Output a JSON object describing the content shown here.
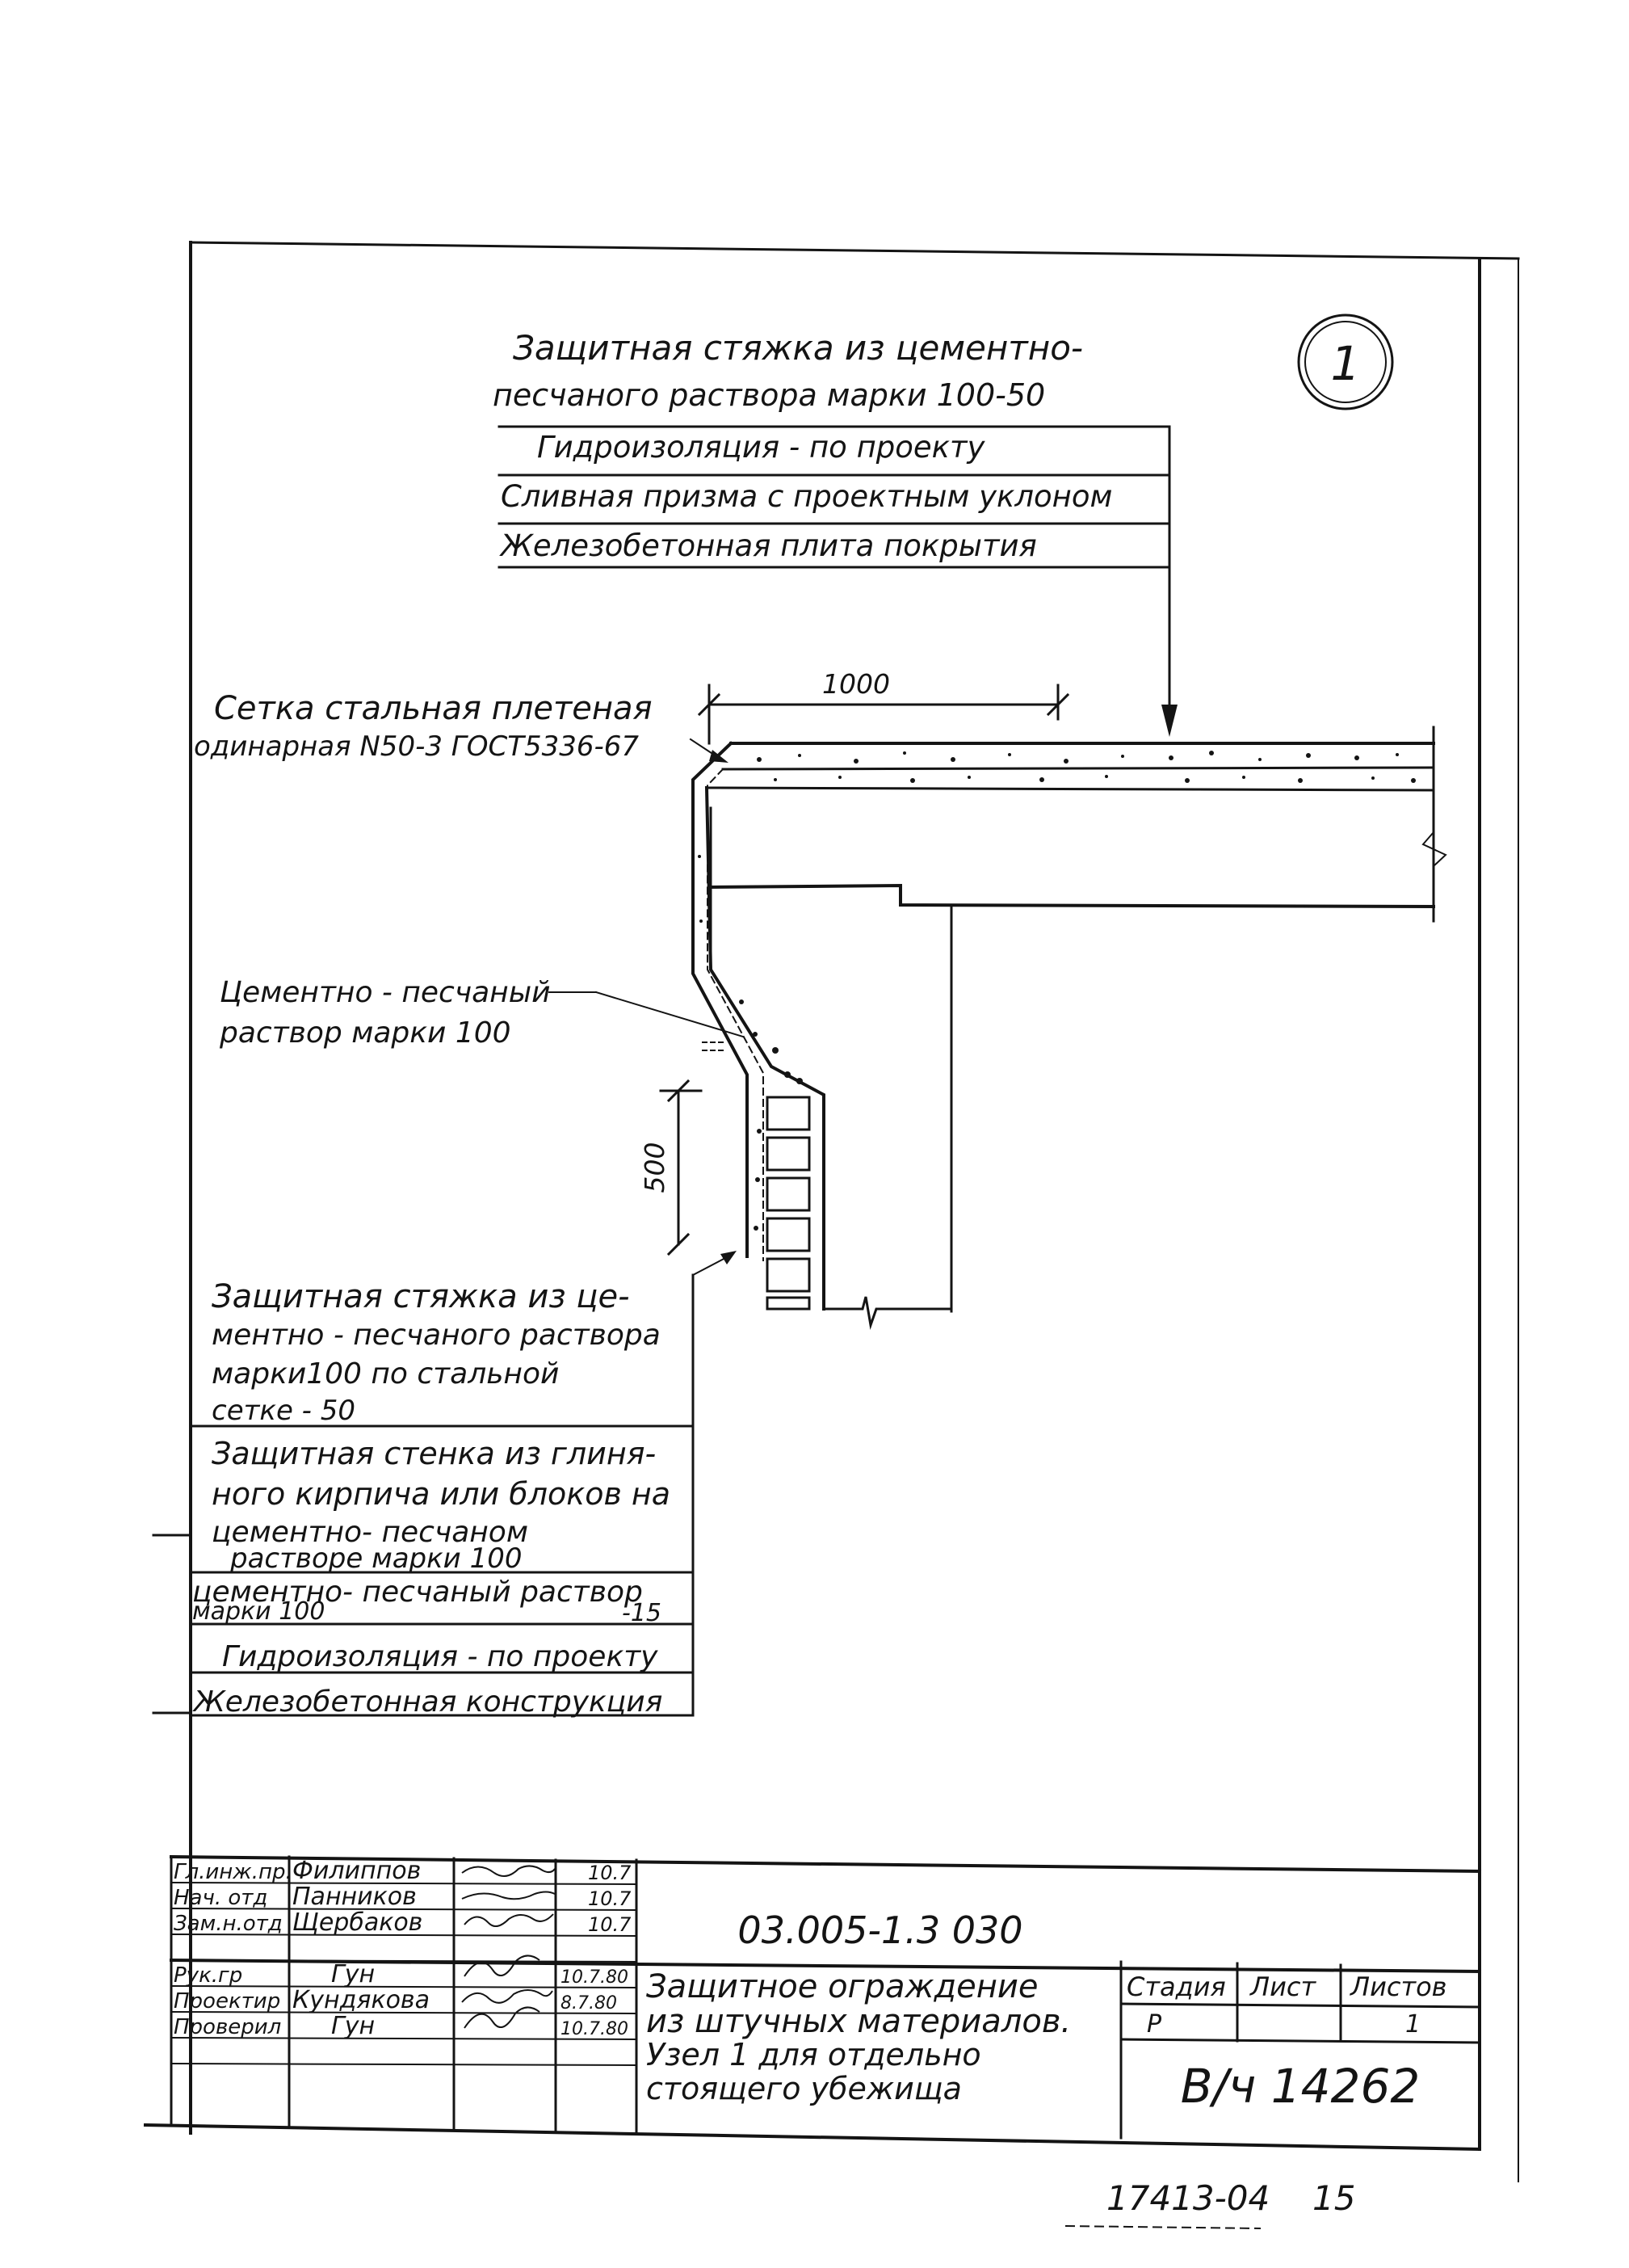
{
  "detail_marker": "1",
  "roof_layers": {
    "title_line1": "Защитная стяжка из цементно-",
    "title_line2": "песчаного раствора марки 100-50",
    "layer_2": "Гидроизоляция - по проекту",
    "layer_3": "Сливная призма с проектным уклоном",
    "layer_4": "Железобетонная плита покрытия"
  },
  "mesh_label": {
    "line1": "Сетка стальная плетеная",
    "line2": "одинарная N50-3 ГОСТ5336-67"
  },
  "mortar_label": {
    "line1": "Цементно - песчаный",
    "line2": "раствор марки 100"
  },
  "dimensions": {
    "horizontal": "1000",
    "vertical": "500"
  },
  "wall_layers": {
    "layer_1": [
      "Защитная стяжка из це-",
      "ментно - песчаного раствора",
      "марки100 по стальной",
      "сетке - 50"
    ],
    "layer_2": [
      "Защитная стенка из глиня-",
      "ного кирпича или блоков на",
      "цементно- песчаном",
      "растворе марки 100"
    ],
    "layer_3": [
      "цементно- песчаный раствор",
      "марки 100"
    ],
    "layer_3_value": "-15",
    "layer_4": "Гидроизоляция - по проекту",
    "layer_5": "Железобетонная конструкция"
  },
  "title_block": {
    "signatures": [
      {
        "role": "Гл.инж.пр.",
        "name": "Филиппов",
        "date": "10.7"
      },
      {
        "role": "Нач. отд",
        "name": "Панников",
        "date": "10.7"
      },
      {
        "role": "Зам.н.отд",
        "name": "Щербаков",
        "date": "10.7"
      },
      {
        "role": "Рук.гр",
        "name": "Гун",
        "date": "10.7.80"
      },
      {
        "role": "Проектир",
        "name": "Кундякова",
        "date": "8.7.80"
      },
      {
        "role": "Проверил",
        "name": "Гун",
        "date": "10.7.80"
      }
    ],
    "document_code": "03.005-1.3 030",
    "title_lines": [
      "Защитное ограждение",
      "из штучных материалов.",
      "Узел 1 для отдельно",
      "стоящего убежища"
    ],
    "stage_header": "Стадия",
    "sheet_header": "Лист",
    "sheets_header": "Листов",
    "stage_value": "Р",
    "sheet_value": "",
    "sheets_value": "1",
    "organization": "В/ч 14262"
  },
  "footer": {
    "archive_number": "17413-04",
    "page": "15"
  }
}
